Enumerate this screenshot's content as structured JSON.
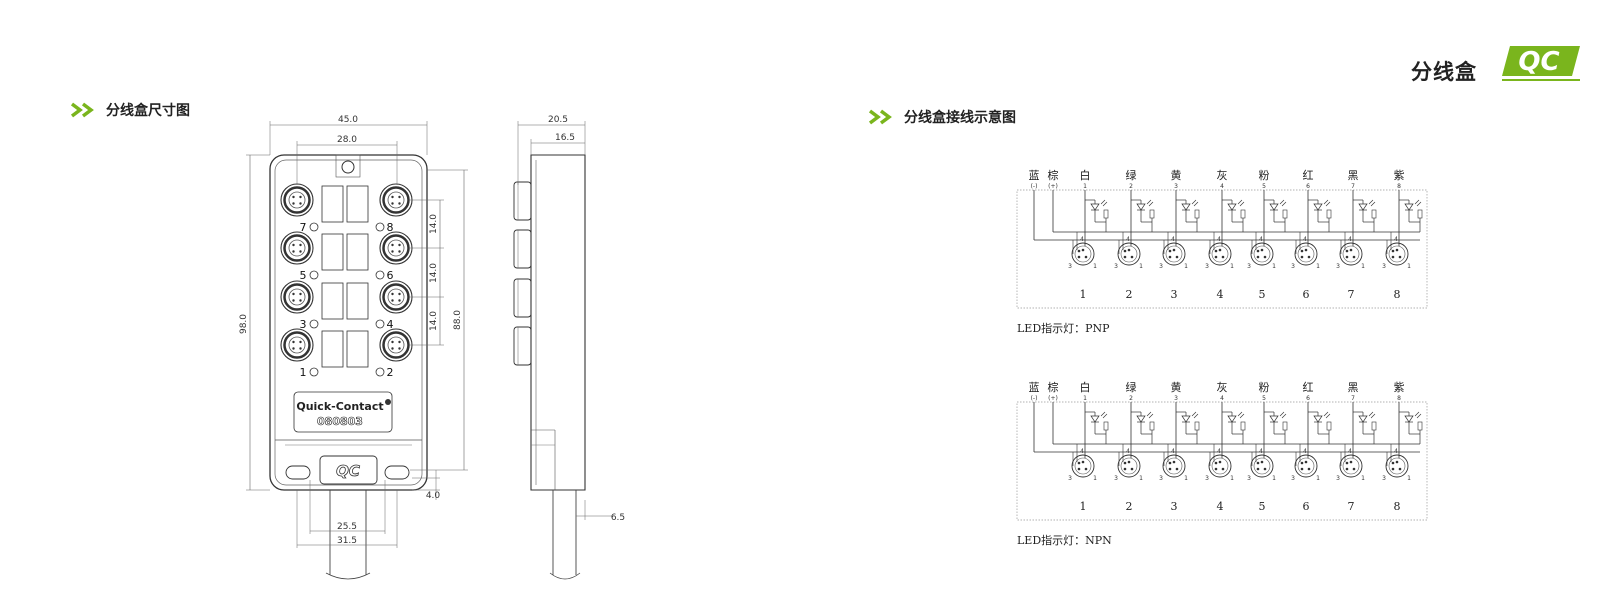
{
  "header": {
    "title": "分线盒",
    "logo_text": "QC",
    "accent": "#7ab51d"
  },
  "sections": {
    "dimensions": {
      "title": "分线盒尺寸图"
    },
    "wiring": {
      "title": "分线盒接线示意图"
    }
  },
  "front_view": {
    "dims": {
      "overall_width": "45.0",
      "inner_width": "28.0",
      "height": "98.0",
      "inner_height": "88.0",
      "pitch_1": "14.0",
      "pitch_2": "14.0",
      "pitch_3": "14.0",
      "width_25": "25.5",
      "width_31": "31.5",
      "bottom_gap": "4.0"
    },
    "port_left_labels": [
      "7",
      "5",
      "3",
      "1"
    ],
    "port_right_labels": [
      "8",
      "6",
      "4",
      "2"
    ],
    "label_brand": "Quick-Contact",
    "label_model": "080803",
    "logo_small": "QC"
  },
  "side_view": {
    "dims": {
      "depth_total": "20.5",
      "depth_body": "16.5",
      "cable_gap": "6.5"
    }
  },
  "wiring_colors": {
    "blue": "蓝",
    "brown": "棕",
    "channels": [
      "白",
      "绿",
      "黄",
      "灰",
      "粉",
      "红",
      "黑",
      "紫"
    ],
    "blue_sign": "(-)",
    "brown_sign": "(+)"
  },
  "channel_numbers": [
    "1",
    "2",
    "3",
    "4",
    "5",
    "6",
    "7",
    "8"
  ],
  "pin_labels": {
    "top": "4",
    "left": "3",
    "right": "1"
  },
  "schemes": [
    {
      "caption": "LED指示灯：PNP"
    },
    {
      "caption": "LED指示灯：NPN"
    }
  ]
}
